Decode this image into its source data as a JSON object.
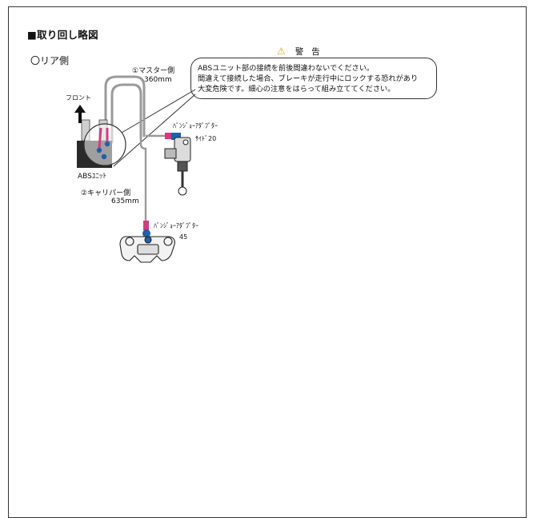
{
  "heading": "■取り回し略図",
  "subheading": "〇リア側",
  "warning": {
    "icon": "warning-triangle-icon",
    "title_left": "警",
    "title_right": "告",
    "lines": [
      "ABSユニット部の接続を前後間違わないでください。",
      "間違えて接続した場合、ブレーキが走行中にロックする恐れがあり",
      "大変危険です。細心の注意をはらって組み立ててください。"
    ]
  },
  "labels": {
    "master_side": "①マスター側",
    "master_length": "360mm",
    "front": "フロント",
    "abs_unit": "ABSﾕﾆｯﾄ",
    "caliper_side": "②キャリパー側",
    "caliper_length": "635mm",
    "banjo_adapter_1": "ﾊﾞﾝｼﾞｮｰｱﾀﾞﾌﾟﾀｰ",
    "banjo_side_20": "ｻｲﾄﾞ20",
    "banjo_adapter_2": "ﾊﾞﾝｼﾞｮｰｱﾀﾞﾌﾟﾀｰ",
    "banjo_45": "45"
  },
  "colors": {
    "hose": "#9a9a9a",
    "fitting_pink": "#d63a7a",
    "fitting_blue": "#1f5fa8",
    "warning_yellow": "#e0a400"
  }
}
